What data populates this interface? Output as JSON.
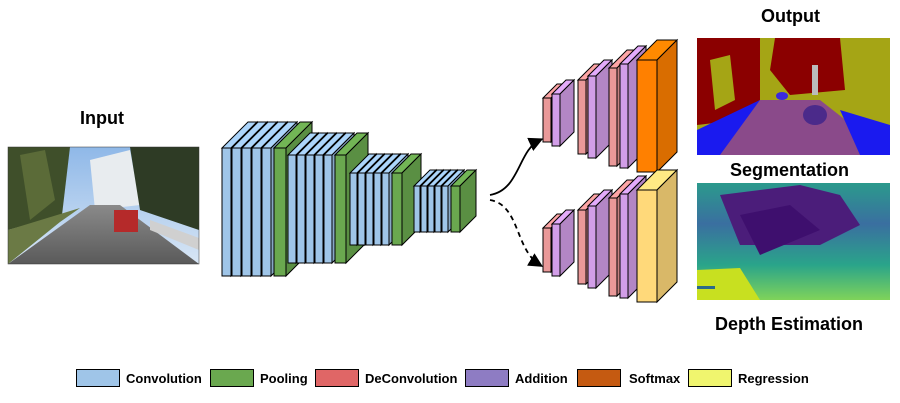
{
  "labels": {
    "input": "Input",
    "output": "Output",
    "segmentation": "Segmentation",
    "depth": "Depth Estimation"
  },
  "legend": [
    {
      "label": "Convolution",
      "color": "#9fc5e8"
    },
    {
      "label": "Pooling",
      "color": "#6aa84f"
    },
    {
      "label": "DeConvolution",
      "color": "#e06666"
    },
    {
      "label": "Addition",
      "color": "#8e7cc3"
    },
    {
      "label": "Softmax",
      "color": "#c55a11"
    },
    {
      "label": "Regression",
      "color": "#f0f56e"
    }
  ],
  "colors": {
    "convolution": "#9fc5e8",
    "pooling": "#6aa84f",
    "deconvolution": "#ea9999",
    "addition": "#d29ee8",
    "softmax": "#ff8000",
    "regression": "#ffd97a"
  }
}
